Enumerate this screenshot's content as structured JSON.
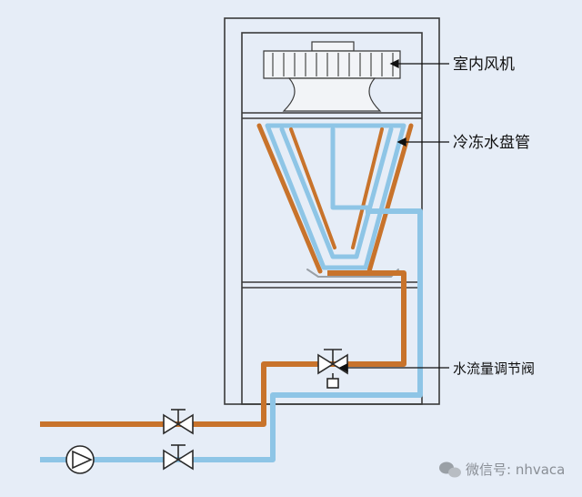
{
  "labels": {
    "indoor_fan": "室内风机",
    "chilled_water_coil": "冷冻水盘管",
    "flow_control_valve": "水流量调节阀"
  },
  "watermark": {
    "text": "微信号: nhvaca",
    "icon": "wechat-icon"
  },
  "colors": {
    "background": "#e6edf7",
    "cabinet_stroke": "#3a3a3a",
    "supply_pipe": "#c8732b",
    "return_pipe": "#8ec5e6"
  },
  "icons": {
    "pump": "pump-icon",
    "valve": "gate-valve-icon",
    "control_valve": "control-valve-icon",
    "fan": "fan-icon"
  }
}
